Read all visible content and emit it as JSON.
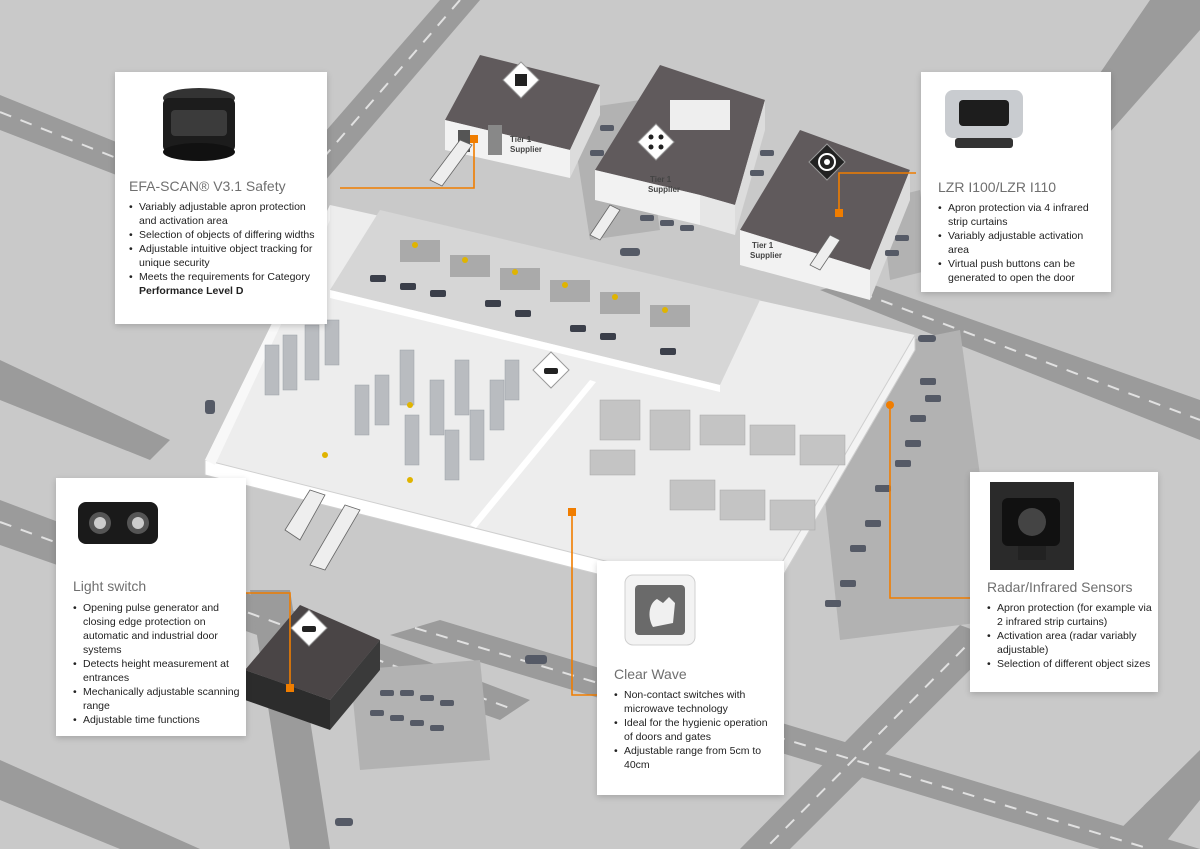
{
  "colors": {
    "accent": "#f07d00",
    "road": "#9a9a9a",
    "ground": "#c9c9c9",
    "roof": "#605a5c",
    "card": "#ffffff"
  },
  "buildings": {
    "supplier_label_1": "Tier 1\nSupplier",
    "supplier_label_2": "Tier 1\nSupplier",
    "supplier_label_3": "Tier 1\nSupplier"
  },
  "icons": [
    "robot-arm-icon",
    "assembly-icon",
    "wheel-icon",
    "car-sensor-icon",
    "car-icon",
    "car-icon"
  ],
  "cards": {
    "efa": {
      "title": "EFA-SCAN® V3.1 Safety",
      "bullets": [
        "Variably adjustable apron protection and activation area",
        "Selection of objects of differing widths",
        "Adjustable intuitive object tracking for unique security",
        "Meets the requirements for Category "
      ],
      "bold_suffix": "Performance Level D",
      "image": "laser-scanner-icon"
    },
    "lzr": {
      "title": "LZR I100/LZR I110",
      "bullets": [
        "Apron protection via 4 infrared strip curtains",
        "Variably adjustable activation area",
        "Virtual push buttons can be generated to open the door"
      ],
      "image": "lzr-sensor-icon"
    },
    "light": {
      "title": "Light switch",
      "bullets": [
        "Opening pulse generator and closing edge protection on automatic and industrial door systems",
        "Detects height measurement at entrances",
        "Mechanically adjustable scanning range",
        "Adjustable time functions"
      ],
      "image": "light-switch-sensor-icon"
    },
    "clear": {
      "title": "Clear Wave",
      "bullets": [
        "Non-contact switches with microwave technology",
        "Ideal for the hygienic operation of doors and gates",
        "Adjustable range from 5cm to 40cm"
      ],
      "image": "hand-wave-icon"
    },
    "radar": {
      "title": "Radar/Infrared Sensors",
      "bullets": [
        "Apron protection (for example via 2 infrared strip curtains)",
        "Activation area (radar variably adjustable)",
        "Selection of different object sizes"
      ],
      "image": "radar-sensor-icon"
    }
  }
}
